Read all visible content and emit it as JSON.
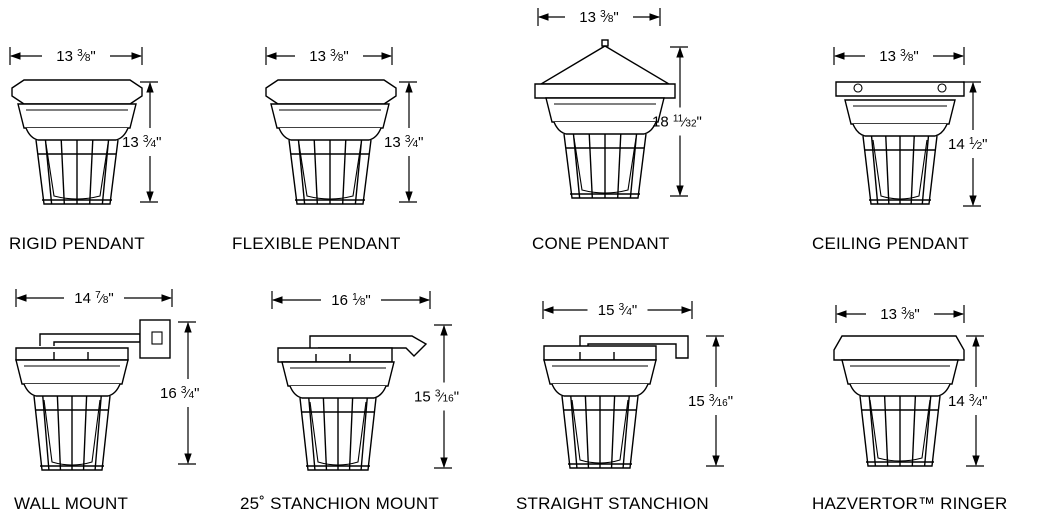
{
  "fixtures": [
    {
      "key": "rigid",
      "label": "RIGID PENDANT",
      "width_dim": "13 3/8\"",
      "height_dim": "13 3/4\""
    },
    {
      "key": "flexible",
      "label": "FLEXIBLE  PENDANT",
      "width_dim": "13 3/8\"",
      "height_dim": "13 3/4\""
    },
    {
      "key": "cone",
      "label": "CONE  PENDANT",
      "width_dim": "13 3/8\"",
      "height_dim": "18 11/32\""
    },
    {
      "key": "ceiling",
      "label": "CEILING  PENDANT",
      "width_dim": "13 3/8\"",
      "height_dim": "14 1/2\""
    },
    {
      "key": "wall",
      "label": "WALL MOUNT",
      "width_dim": "14 7/8\"",
      "height_dim": "16 3/4\""
    },
    {
      "key": "stanchion25",
      "label": "25˚ STANCHION MOUNT",
      "width_dim": "16 1/8\"",
      "height_dim": "15 3/16\""
    },
    {
      "key": "straight",
      "label": "STRAIGHT STANCHION",
      "width_dim": "15 3/4\"",
      "height_dim": "15 3/16\""
    },
    {
      "key": "ringer",
      "label": "HAZVERTOR™ RINGER",
      "width_dim": "13 3/8\"",
      "height_dim": "14 3/4\""
    }
  ]
}
